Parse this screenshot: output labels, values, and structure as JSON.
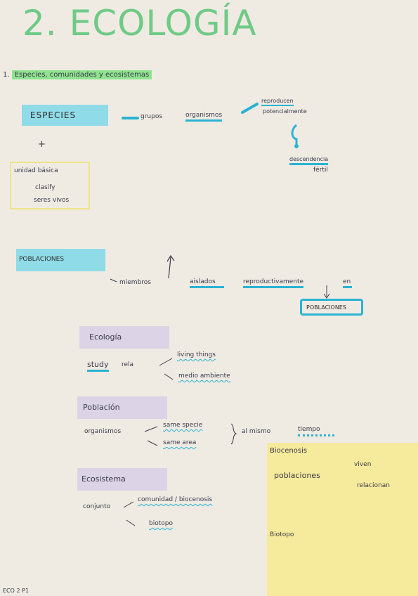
{
  "title": "2. ECOLOGÍA",
  "section": {
    "number": "1.",
    "heading": "Especies, comunidades y ecosistemas"
  },
  "especies": {
    "box_label": "ESPECIES",
    "plus": "+",
    "grupos": "grupos",
    "organismos": "organismos",
    "reproducen": "reproducen",
    "potencialmente": "potencialmente",
    "descendencia": "descendencia",
    "fertil": "fértil",
    "unidad": {
      "line1": "unidad básica",
      "line2": "clasify",
      "line3": "seres vivos"
    }
  },
  "poblaciones": {
    "box_label": "POBLACIONES",
    "miembros": "miembros",
    "aislados": "aislados",
    "reproductivamente": "reproductivamente",
    "en": "en",
    "result_box": "POBLACIONES"
  },
  "ecologia": {
    "box_label": "Ecología",
    "study": "study",
    "rela": "rela",
    "living_things": "living things",
    "medio_ambiente": "medio ambiente"
  },
  "poblacion": {
    "box_label": "Población",
    "organismos": "organismos",
    "same_specie": "same specie",
    "same_area": "same area",
    "al_mismo": "al mismo",
    "tiempo": "tiempo"
  },
  "ecosistema": {
    "box_label": "Ecosistema",
    "conjunto": "conjunto",
    "comunidad": "comunidad / biocenosis",
    "biotopo": "biotopo"
  },
  "biocenosis_note": {
    "heading": "Biocenosis",
    "poblaciones": "poblaciones",
    "viven": "viven",
    "relacionan": "relacionan",
    "biotopo": "Biotopo"
  },
  "footer": "ECO 2  P1",
  "colors": {
    "title_green": "#6fca86",
    "highlight_blue": "#8fdbe8",
    "highlight_purple": "#dcd3e6",
    "note_yellow": "#f6ea9c",
    "underline_blue": "#2ab3d3"
  }
}
